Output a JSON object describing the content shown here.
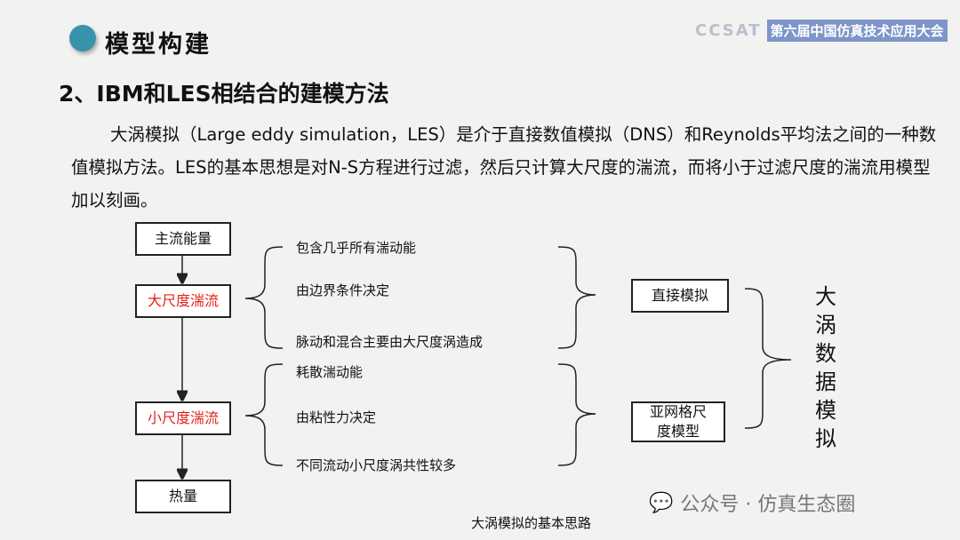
{
  "header": {
    "section_title": "模型构建",
    "subtitle": "2、IBM和LES相结合的建模方法",
    "logo_abbr": "CCSAT",
    "logo_title": "第六届中国仿真技术应用大会"
  },
  "paragraph": "大涡模拟（Large eddy simulation，LES）是介于直接数值模拟（DNS）和Reynolds平均法之间的一种数值模拟方法。LES的基本思想是对N-S方程进行过滤，然后只计算大尺度的湍流，而将小于过滤尺度的湍流用模型加以刻画。",
  "diagram": {
    "main_energy": "主流能量",
    "large_eddy": "大尺度湍流",
    "small_eddy": "小尺度湍流",
    "heat": "热量",
    "large_props": [
      "包含几乎所有湍动能",
      "由边界条件决定",
      "脉动和混合主要由大尺度涡造成"
    ],
    "small_props": [
      "耗散湍动能",
      "由粘性力决定",
      "不同流动小尺度涡共性较多"
    ],
    "direct_sim": "直接模拟",
    "subgrid": "亚网格尺度模型",
    "les_vertical": "大涡数据模拟",
    "caption": "大涡模拟的基本思路"
  },
  "watermark": "公众号 · 仿真生态圈"
}
